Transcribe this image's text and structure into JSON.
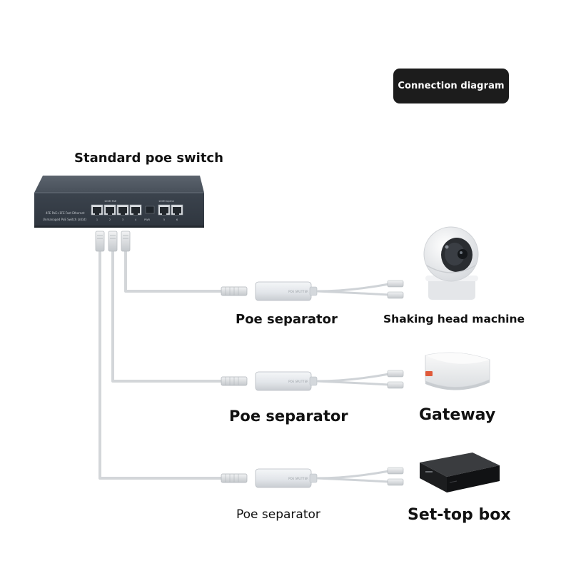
{
  "header": {
    "title": "Connection diagram"
  },
  "switch": {
    "title": "Standard poe switch",
    "panel_line_1": "4FE PoE+1FE Fast Ethernet",
    "panel_line_2": "Unmanaged PoE Switch (af/at)",
    "group_poe_label": "100M PoE",
    "group_uplink_label": "100M Uplink",
    "power_label": "PWR",
    "port_numbers": [
      "1",
      "2",
      "3",
      "4",
      "5",
      "6"
    ],
    "poe_port_count": 4,
    "uplink_port_count": 2
  },
  "rows": [
    {
      "separator_label": "Poe separator",
      "separator_body_text": "POE SPLITTER",
      "device_label": "Shaking head machine",
      "device_icon": "ptz-camera-icon"
    },
    {
      "separator_label": "Poe separator",
      "separator_body_text": "POE SPLITTER",
      "device_label": "Gateway",
      "device_icon": "gateway-router-icon"
    },
    {
      "separator_label": "Poe separator",
      "separator_body_text": "POE SPLITTER",
      "device_label": "Set-top box",
      "device_icon": "set-top-box-icon"
    }
  ],
  "colors": {
    "badge_bg": "#1c1c1c",
    "switch_body": "#3f4751",
    "cable": "#d5d8db",
    "splitter_body": "#e6e9ec",
    "gateway_port_accent": "#e05a3a"
  }
}
